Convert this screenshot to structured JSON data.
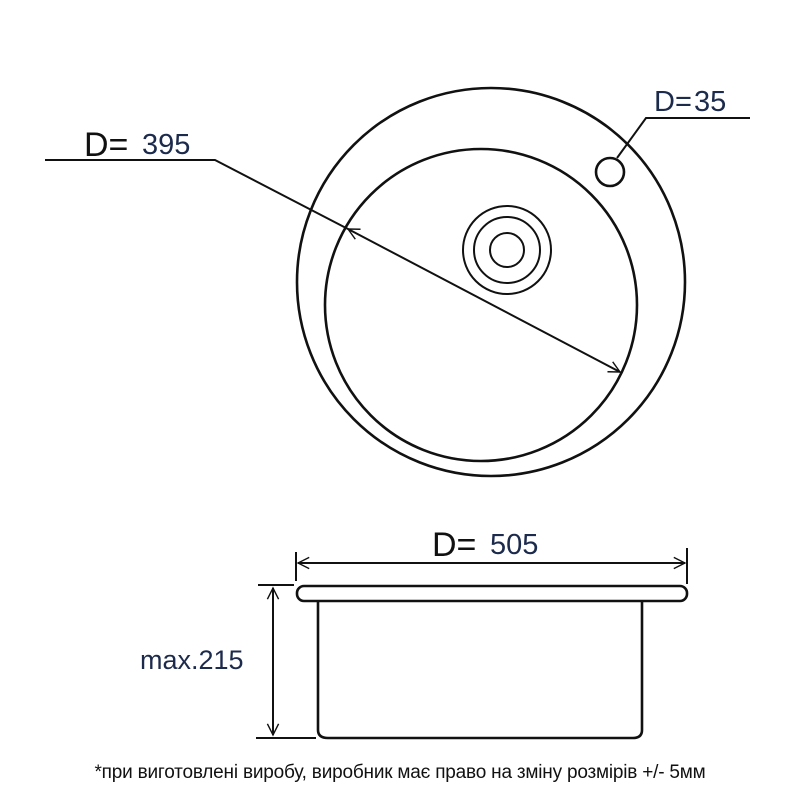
{
  "top_view": {
    "bowl_diameter": {
      "prefix": "D=",
      "value": "395"
    },
    "tap_hole": {
      "prefix": "D=",
      "value": "35"
    }
  },
  "side_view": {
    "outer_diameter": {
      "prefix": "D=",
      "value": "505"
    },
    "depth": {
      "label": "max.215"
    }
  },
  "footnote": "*при виготовлені виробу, виробник має право на зміну розмірів +/- 5мм",
  "colors": {
    "line": "#111111",
    "value_text": "#1c2a4c"
  }
}
